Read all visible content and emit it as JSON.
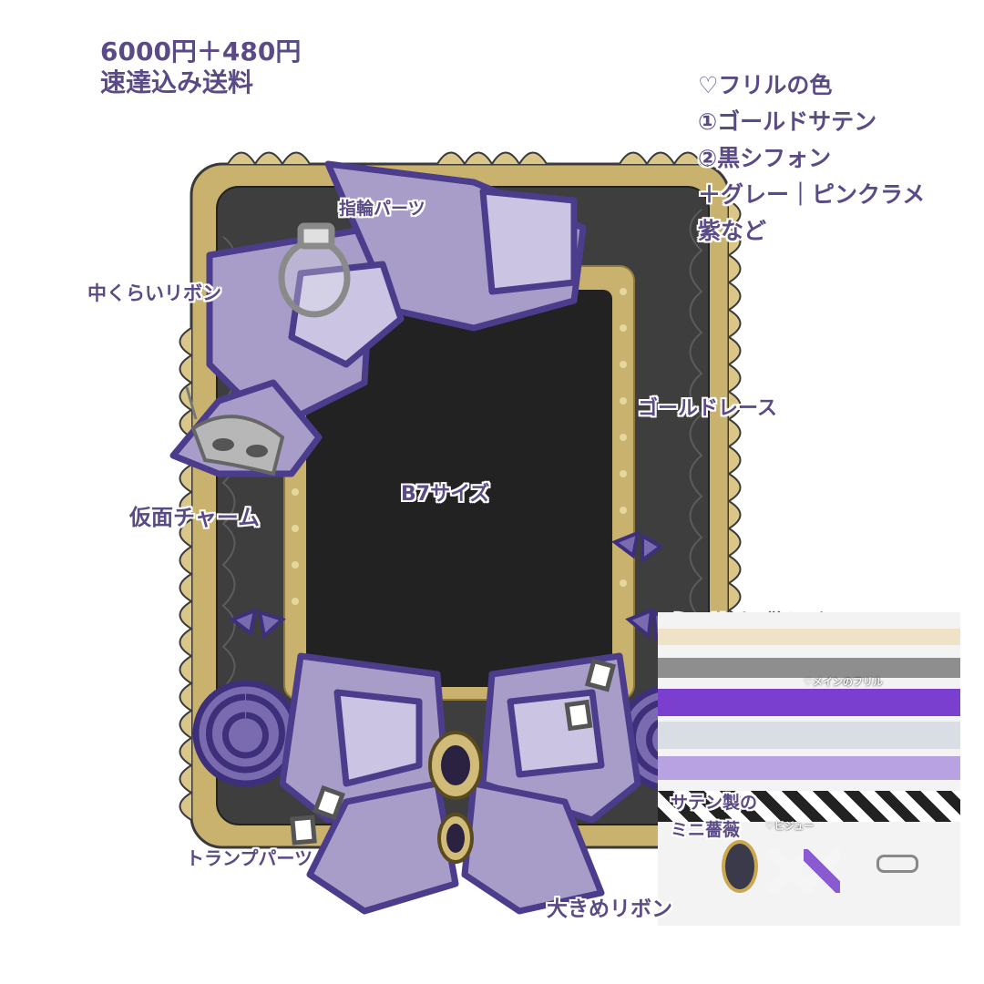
{
  "price": {
    "line1": "6000円＋480円",
    "line2": "速達込み送料"
  },
  "frill_notes": {
    "title": "♡フリルの色",
    "option1": "①ゴールドサテン",
    "option2": "②黒シフォン",
    "extra": "＋グレー｜ピンクラメ",
    "extra2": "紫など"
  },
  "labels": {
    "ring": "指輪パーツ",
    "medium_ribbon": "中くらいリボン",
    "gold_lace": "ゴールドレース",
    "size": "B7サイズ",
    "mask": "仮面チャーム",
    "mini_ribbon": "ミニリボン散りばめ",
    "satin_rose_1": "サテン製の",
    "satin_rose_2": "ミニ薔薇",
    "cards": "トランプパーツ",
    "big_ribbon": "大きめリボン"
  },
  "photo": {
    "main_frill": "♡メインのフリル",
    "bijou": "♡ビジュー"
  },
  "colors": {
    "label": "#5a4b86",
    "lavender": "#a89cc9",
    "lavender_light": "#cbc4e3",
    "purple_outline": "#4b3c8c",
    "gold": "#c9b26e",
    "black_frill": "#3e3e3e",
    "screen": "#222222"
  }
}
